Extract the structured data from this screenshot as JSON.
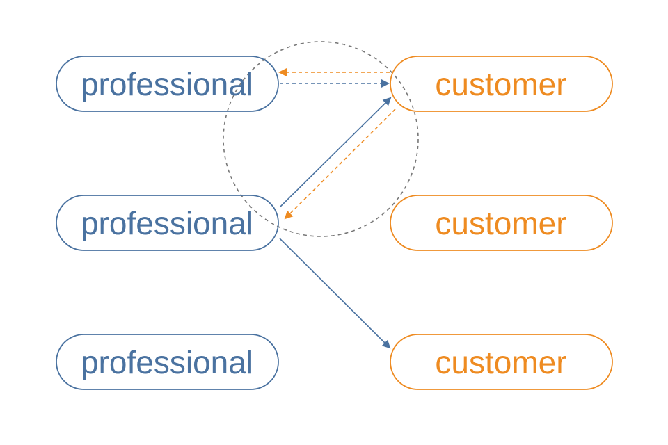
{
  "colors": {
    "professional": "#4a72a0",
    "customer": "#ee8b21",
    "circle": "#777777",
    "background": "#ffffff"
  },
  "professionals": [
    {
      "label": "professional"
    },
    {
      "label": "professional"
    },
    {
      "label": "professional"
    }
  ],
  "customers": [
    {
      "label": "customer"
    },
    {
      "label": "customer"
    },
    {
      "label": "customer"
    }
  ],
  "edges": [
    {
      "from": "customer-1",
      "to": "professional-1",
      "style": "dashed",
      "color": "customer"
    },
    {
      "from": "professional-1",
      "to": "customer-1",
      "style": "dashed",
      "color": "professional"
    },
    {
      "from": "professional-2",
      "to": "customer-1",
      "style": "solid",
      "color": "professional"
    },
    {
      "from": "customer-1",
      "to": "professional-2",
      "style": "dashed",
      "color": "customer"
    },
    {
      "from": "professional-2",
      "to": "customer-3",
      "style": "solid",
      "color": "professional"
    }
  ],
  "highlight": {
    "shape": "circle",
    "style": "dashed"
  }
}
